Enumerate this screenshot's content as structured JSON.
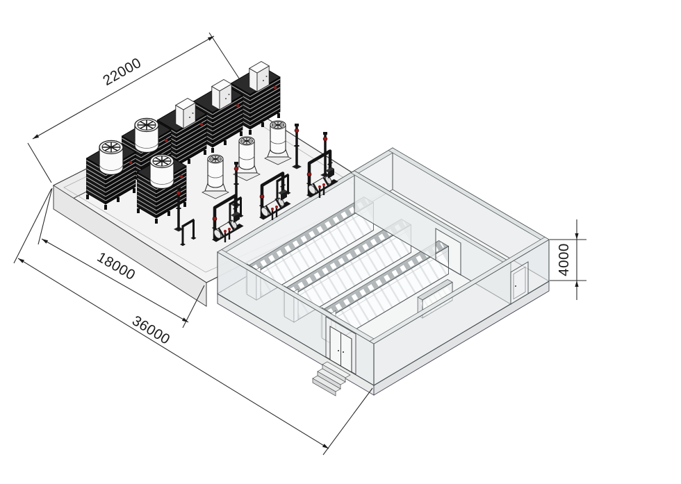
{
  "drawing": {
    "dimensions": {
      "pad_length_mm": "22000",
      "pad_width_mm": "18000",
      "overall_length_mm": "36000",
      "building_height_mm": "4000"
    },
    "equipment": {
      "cooling_towers_with_cabinets": 3,
      "cooling_towers_with_fan_units": 3,
      "fan_vessels": 3,
      "pump_skids": 3,
      "pipe_supports": 3,
      "standpipes": 4,
      "rack_rows": 3,
      "electrical_panel_groups": 1,
      "entrance_doors": 1,
      "room_partitions": 1
    },
    "colors": {
      "line": "#222222",
      "equipment_dark": "#141414",
      "valve_red": "#9c1a1a",
      "pad_fill": "#f3f3f3",
      "wall_glass": "#e7ebec"
    }
  }
}
